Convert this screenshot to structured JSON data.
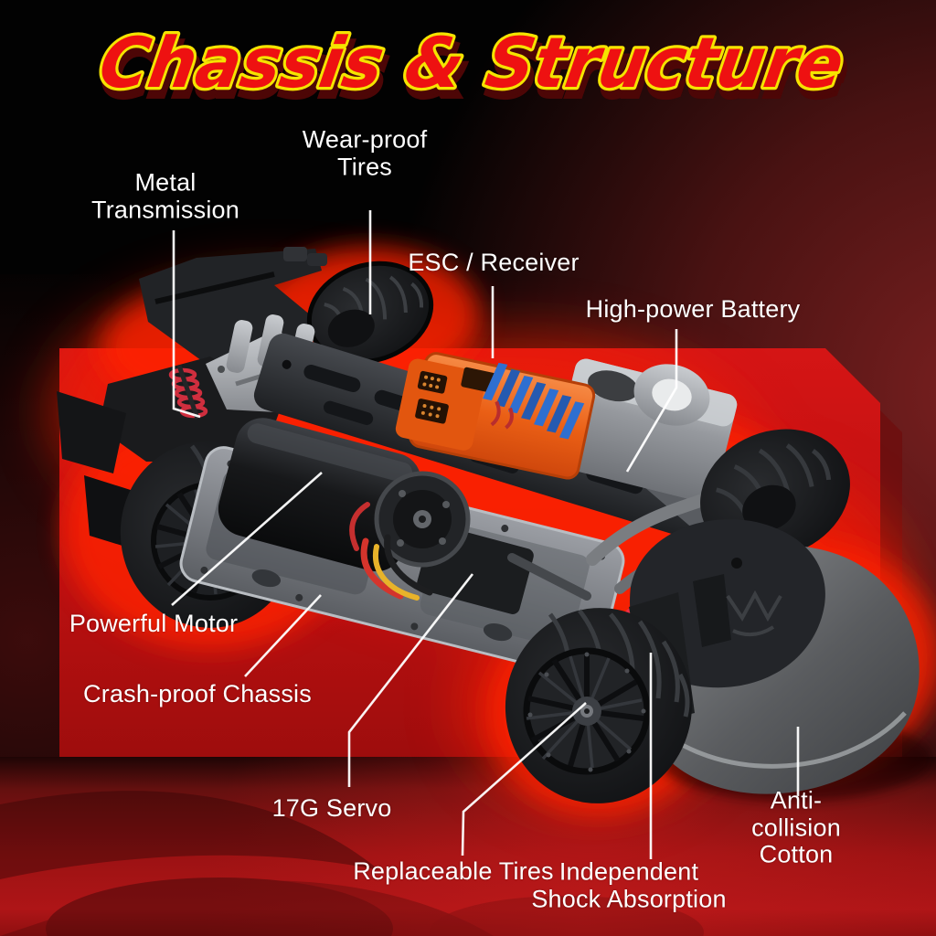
{
  "title": {
    "text": "Chassis & Structure"
  },
  "callouts": [
    {
      "id": "metal-transmission",
      "text": "Metal\nTransmission"
    },
    {
      "id": "wear-proof-tires",
      "text": "Wear-proof\nTires"
    },
    {
      "id": "esc-receiver",
      "text": "ESC / Receiver"
    },
    {
      "id": "high-power-battery",
      "text": "High-power Battery"
    },
    {
      "id": "powerful-motor",
      "text": "Powerful Motor"
    },
    {
      "id": "crash-proof-chassis",
      "text": "Crash-proof Chassis"
    },
    {
      "id": "servo-17g",
      "text": "17G Servo"
    },
    {
      "id": "replaceable-tires",
      "text": "Replaceable Tires"
    },
    {
      "id": "independent-shock-absorption",
      "text": "Independent\nShock Absorption"
    },
    {
      "id": "anti-collision-cotton",
      "text": "Anti-collision\nCotton"
    }
  ],
  "colors": {
    "background": "#020202",
    "title_fill": "#ee1111",
    "title_outline": "#f5e400",
    "label_text": "#ffffff",
    "leader_line": "#ffffff",
    "panel_red": "#c41212",
    "panel_shadow_red": "#6e1010",
    "glow_red": "#ff2000",
    "esc_orange": "#e85c14",
    "heatsink_blue": "#2e6fd0",
    "spring_red": "#e82840",
    "chassis_gray": "#85888d",
    "tire_black": "#141517"
  }
}
